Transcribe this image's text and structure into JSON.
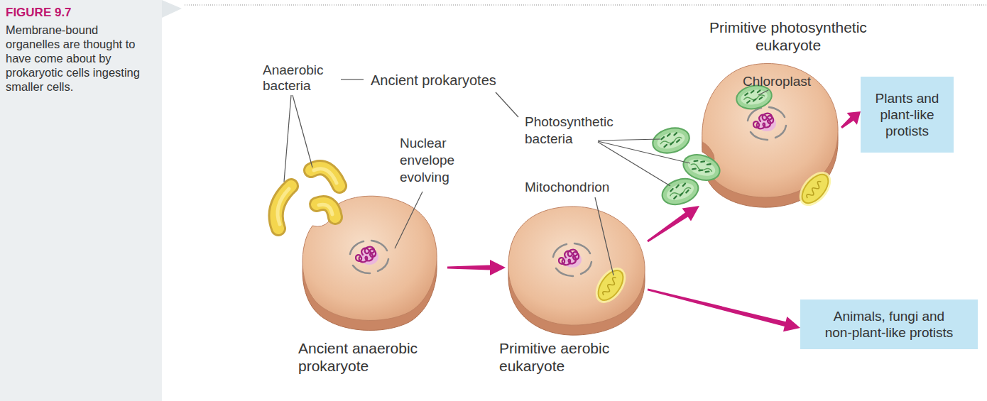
{
  "diagram": {
    "title": "FIGURE 9.7",
    "caption": "Membrane-bound organelles are thought to have come about by prokaryotic cells ingesting smaller cells.",
    "nodes": [
      {
        "text": [
          "Ancient anaerobic prokaryote"
        ]
      },
      {
        "text": [
          "Primitive aerobic eukaryote"
        ]
      },
      {
        "text": [
          "Primitive photosynthetic eukaryote"
        ]
      },
      {
        "text": [
          "Plants and plant-like protists"
        ]
      },
      {
        "text": [
          "Animals, fungi and non-plant-like protists"
        ]
      }
    ],
    "edges": [
      {
        "from": 0,
        "to": 1,
        "arrow": "to"
      },
      {
        "from": 1,
        "to": 2,
        "arrow": "to"
      },
      {
        "from": 2,
        "to": 3,
        "arrow": "to"
      },
      {
        "from": 1,
        "to": 4,
        "arrow": "to"
      }
    ],
    "labels": [
      "Anaerobic bacteria",
      "Ancient prokaryotes",
      "Nuclear envelope evolving",
      "Photosynthetic bacteria",
      "Mitochondrion",
      "Chloroplast"
    ]
  }
}
